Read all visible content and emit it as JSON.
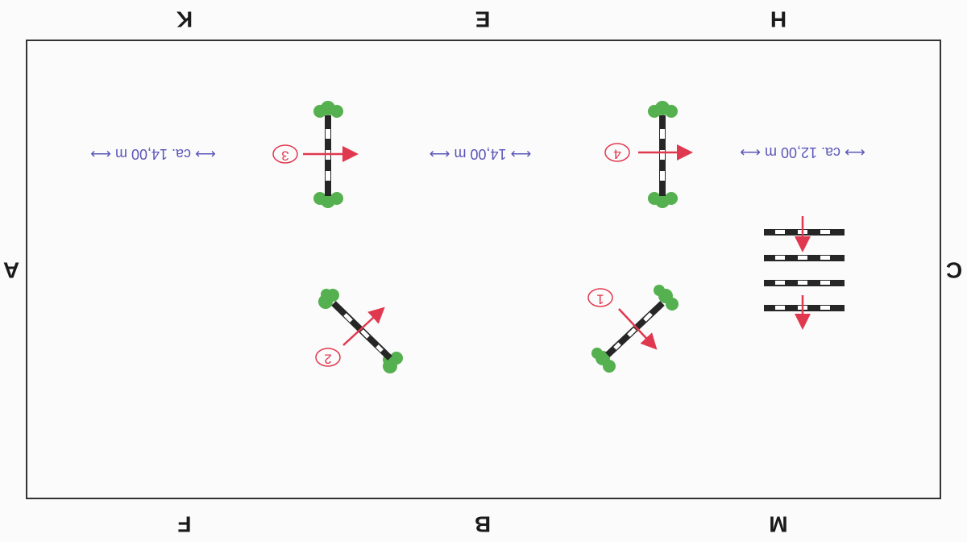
{
  "arena": {
    "letters": {
      "top": [
        "K",
        "E",
        "H"
      ],
      "bottom": [
        "F",
        "B",
        "M"
      ],
      "left": "A",
      "right": "C"
    }
  },
  "jumps": [
    {
      "number": "1",
      "type": "vertical-diagonal"
    },
    {
      "number": "2",
      "type": "vertical-diagonal"
    },
    {
      "number": "3",
      "type": "vertical"
    },
    {
      "number": "4",
      "type": "vertical"
    }
  ],
  "gymnastic_line": {
    "poles": 4
  },
  "distances": [
    {
      "label": "ca. 14,00 m"
    },
    {
      "label": "14,00 m"
    },
    {
      "label": "ca. 12,00 m"
    }
  ],
  "colors": {
    "pole": "#262626",
    "shrub": "#55b04f",
    "arrow": "#e0384f",
    "distance_text": "#5b57b8",
    "arena_border": "#333333"
  }
}
